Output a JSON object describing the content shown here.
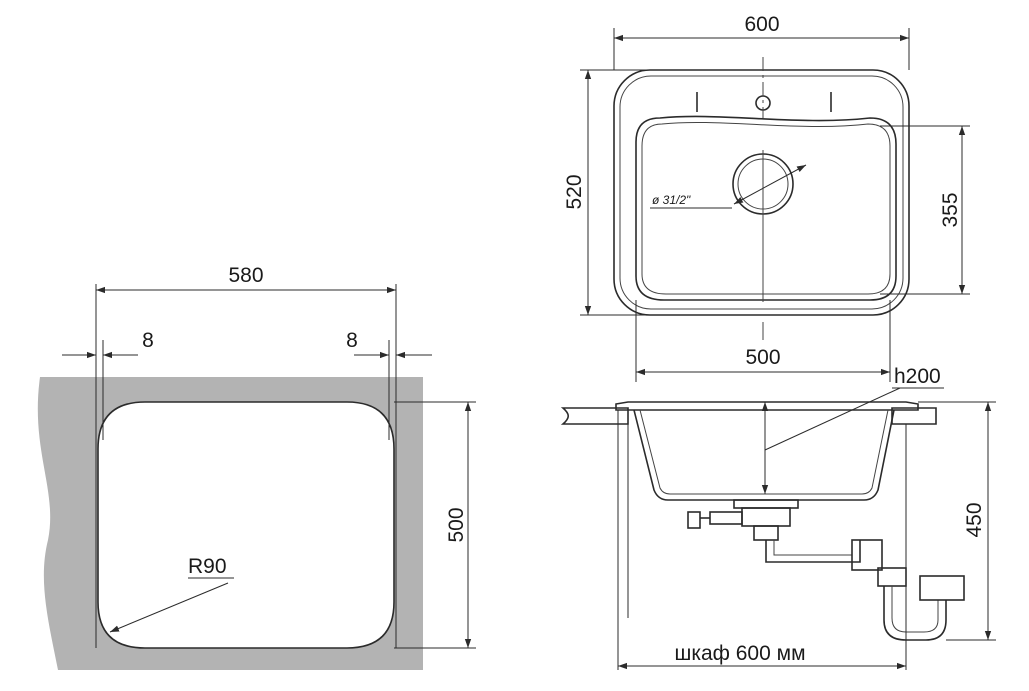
{
  "cutout_view": {
    "width_label": "580",
    "left_margin_label": "8",
    "right_margin_label": "8",
    "height_label": "500",
    "radius_label": "R90",
    "colors": {
      "countertop": "#b3b3b3",
      "line": "#2b2b2b"
    }
  },
  "top_view": {
    "width_label": "600",
    "height_label": "520",
    "bowl_depth_label": "355",
    "bowl_width_label": "500",
    "drain_label": "ø 31/2\""
  },
  "side_view": {
    "depth_label": "h200",
    "install_height_label": "450",
    "cabinet_label": "шкаф 600 мм"
  }
}
